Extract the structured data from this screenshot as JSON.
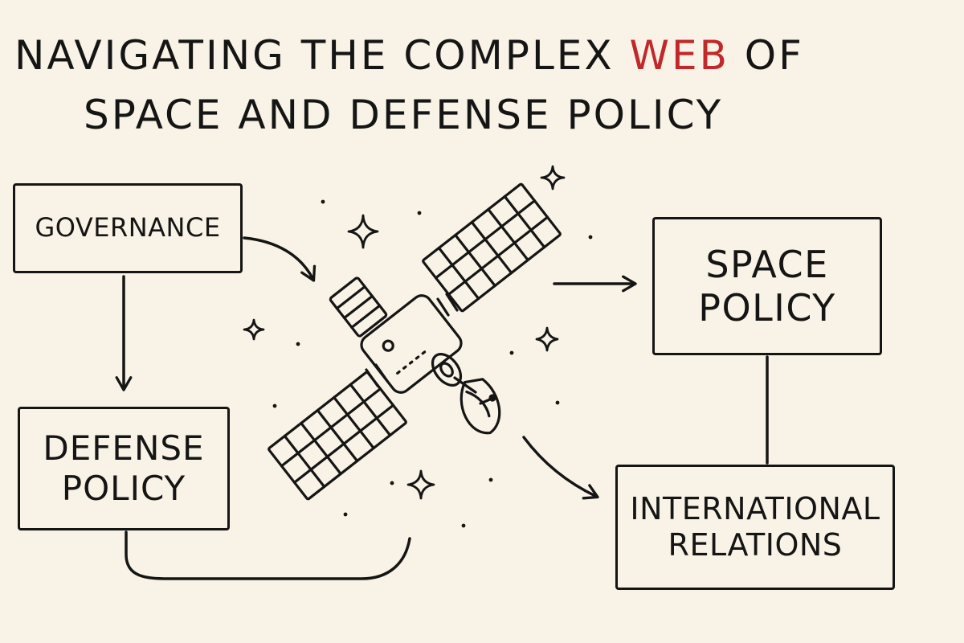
{
  "title": {
    "line1_before": "NAVIGATING THE COMPLEX ",
    "line1_accent": "WEB",
    "line1_after": " OF",
    "line2": "SPACE AND DEFENSE POLICY"
  },
  "nodes": {
    "governance": {
      "line1": "GOVERNANCE"
    },
    "defense_policy": {
      "line1": "DEFENSE",
      "line2": "POLICY"
    },
    "space_policy": {
      "line1": "SPACE",
      "line2": "POLICY"
    },
    "international_relations": {
      "line1": "INTERNATIONAL",
      "line2": "RELATIONS"
    }
  },
  "colors": {
    "background": "#f8f3e6",
    "ink": "#151515",
    "accent": "#c0282a"
  },
  "icons": {
    "center": "satellite-icon",
    "decoration": "sparkle-star-icon"
  }
}
